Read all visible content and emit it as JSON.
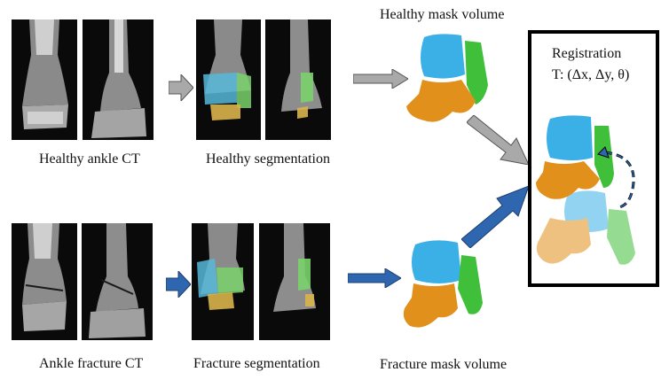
{
  "labels": {
    "healthy_ct": "Healthy ankle CT",
    "healthy_seg": "Healthy segmentation",
    "healthy_mask": "Healthy mask volume",
    "fracture_ct": "Ankle fracture CT",
    "fracture_seg": "Fracture segmentation",
    "fracture_mask": "Fracture mask volume",
    "registration_title": "Registration",
    "registration_formula": "T: (Δx, Δy, θ)"
  },
  "colors": {
    "tibia_blue": "#3ab0e6",
    "talus_orange": "#e2901c",
    "fibula_green": "#3fbf3a",
    "arrow_gray": "#a9a9a9",
    "arrow_blue": "#2e66b0"
  }
}
